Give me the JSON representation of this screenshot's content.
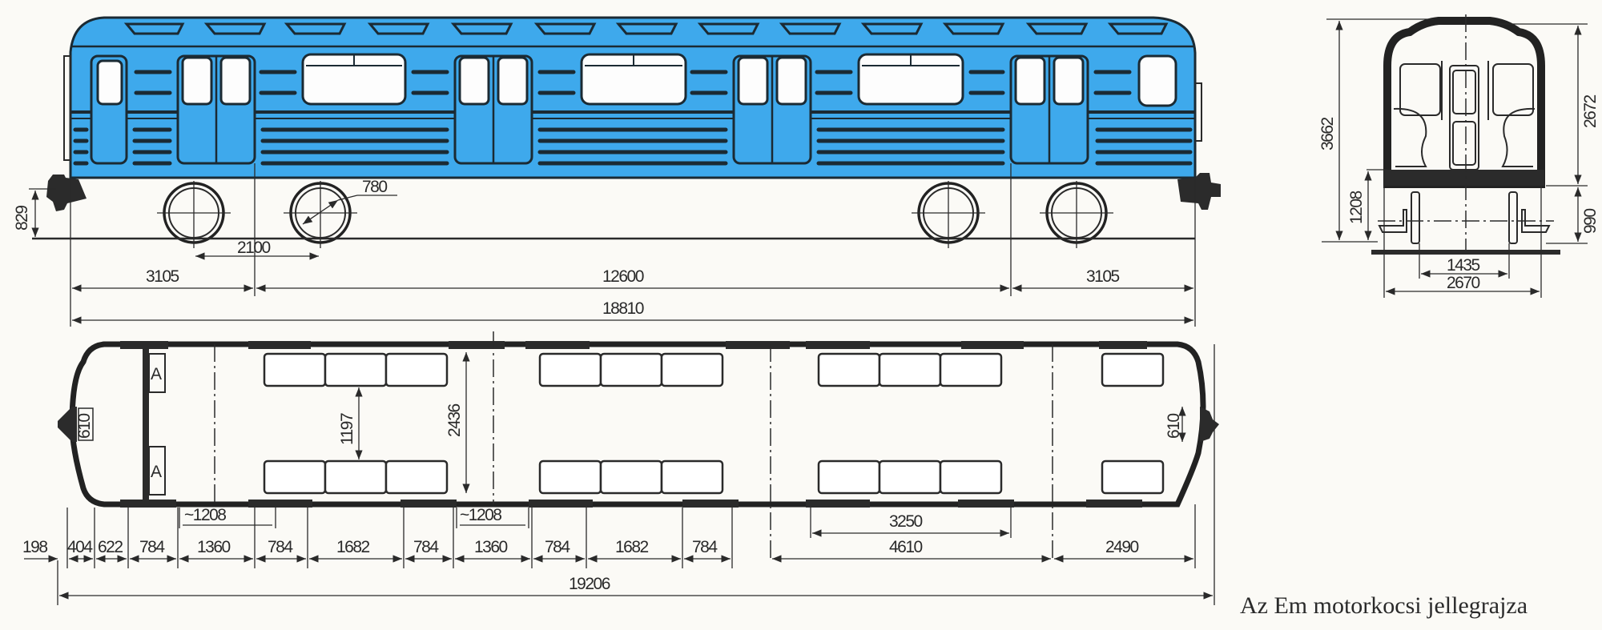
{
  "caption": "Az Em motorkocsi jellegrajza",
  "colors": {
    "body": "#3ea9ec",
    "ink": "#2a2a2a",
    "paper": "#fbfaf6"
  },
  "side_view": {
    "dims": {
      "coupler_height": "829",
      "wheel_diameter": "780",
      "bogie_wheelbase": "2100",
      "overhang_left": "3105",
      "bogie_centers": "12600",
      "overhang_right": "3105",
      "length_over_body": "18810"
    }
  },
  "end_view": {
    "dims": {
      "total_height": "3662",
      "body_height": "2672",
      "floor_height": "1208",
      "underframe_height": "990",
      "track_gauge": "1435",
      "body_width": "2670"
    }
  },
  "plan_view": {
    "dims": {
      "coupler_width_left": "610",
      "coupler_width_right": "610",
      "aisle_width": "1197",
      "interior_width": "2436",
      "door_opening_1": "~1208",
      "door_opening_2": "~1208",
      "seat_bench": "3250",
      "segments": [
        "198",
        "404",
        "622",
        "784",
        "1360",
        "784",
        "1682",
        "784",
        "1360",
        "784",
        "1682",
        "784"
      ],
      "center_to_center": "4610",
      "end_section": "2490",
      "length_over_couplers": "19206"
    },
    "cab_labels": [
      "A",
      "A"
    ]
  }
}
